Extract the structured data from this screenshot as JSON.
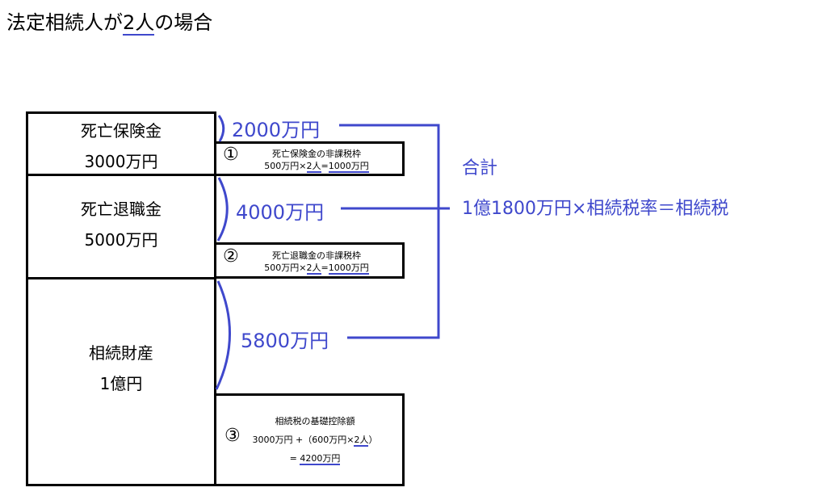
{
  "title": {
    "pre": "法定相続人が",
    "hl": "2人",
    "post": "の場合"
  },
  "left": [
    {
      "name": "死亡保険金",
      "amount": "3000万円"
    },
    {
      "name": "死亡退職金",
      "amount": "5000万円"
    },
    {
      "name": "相続財産",
      "amount": "1億円"
    }
  ],
  "boxes": [
    {
      "num": "①",
      "title": "死亡保険金の非課税枠",
      "a": "500万円×",
      "b": "2人",
      "c": "=",
      "d": "1000万円"
    },
    {
      "num": "②",
      "title": "死亡退職金の非課税枠",
      "a": "500万円×",
      "b": "2人",
      "c": "=",
      "d": "1000万円"
    },
    {
      "num": "③",
      "title": "相続税の基礎控除額",
      "a": "3000万円 +（600万円×",
      "b": "2人",
      "c": "）",
      "eq": "= ",
      "d": "4200万円"
    }
  ],
  "amounts": [
    "2000万円",
    "4000万円",
    "5800万円"
  ],
  "total": {
    "label": "合計",
    "formula": "1億1800万円×相続税率＝相続税"
  },
  "colors": {
    "accent": "#3f48cc"
  }
}
